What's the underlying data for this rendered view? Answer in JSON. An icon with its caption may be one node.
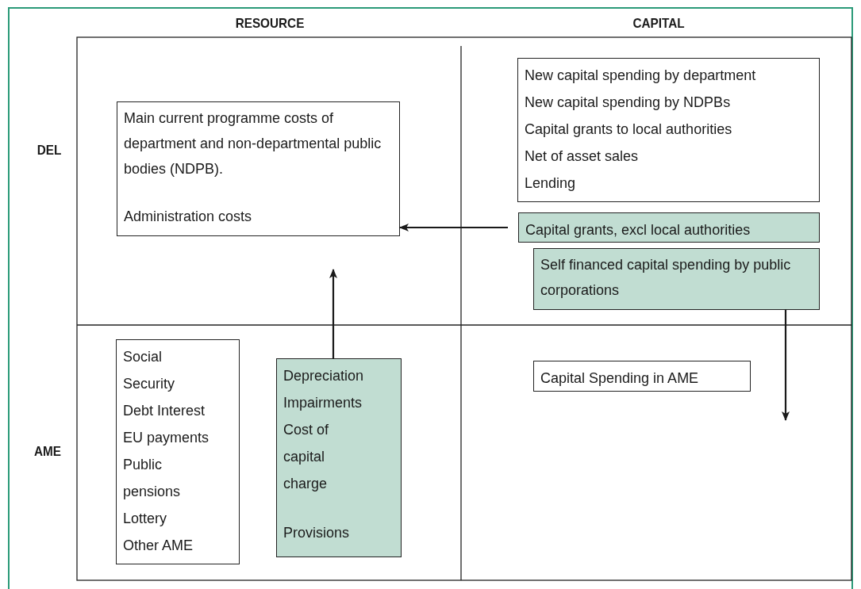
{
  "diagram": {
    "nodes": [
      {
        "text": [
          "Main current programme costs of department and non-departmental public bodies (NDPB).",
          "Administration costs"
        ]
      },
      {
        "text": [
          "New capital spending by department",
          "New capital spending by NDPBs",
          "Capital grants to local authorities",
          "Net of asset sales",
          "Lending"
        ]
      },
      {
        "text": [
          "Capital grants, excl local authorities"
        ]
      },
      {
        "text": [
          "Self financed capital spending by public corporations"
        ]
      },
      {
        "text": [
          "Social Security",
          "Debt Interest",
          "EU payments",
          "Public pensions",
          "Lottery",
          "Other AME"
        ]
      },
      {
        "text": [
          "Depreciation",
          "Impairments",
          "Cost of capital charge",
          "Provisions"
        ]
      },
      {
        "text": [
          "Capital Spending in AME"
        ]
      }
    ],
    "edges": [
      {
        "from": 2,
        "to": 0,
        "arrow": "to"
      },
      {
        "from": 5,
        "to": null,
        "arrow": "to"
      },
      {
        "from": 3,
        "to": null,
        "arrow": "to"
      }
    ],
    "labels": [
      "RESOURCE",
      "CAPITAL",
      "DEL",
      "AME"
    ]
  }
}
